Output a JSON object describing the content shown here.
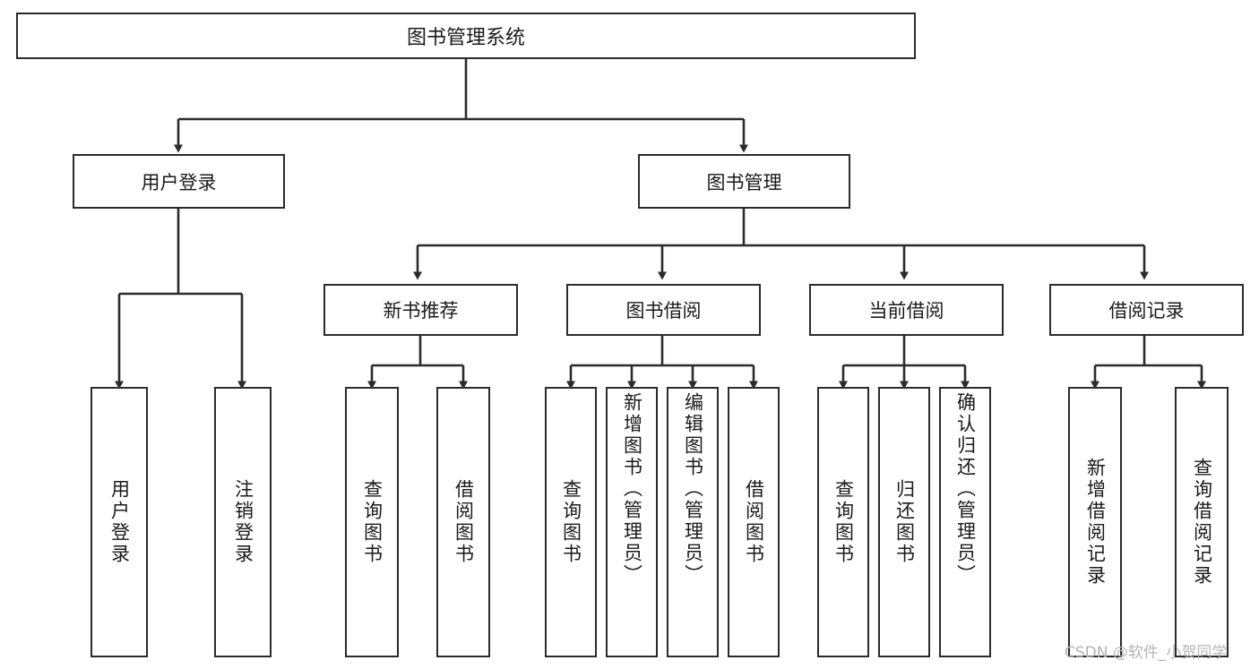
{
  "diagram": {
    "title": "图书管理系统",
    "type": "tree-hierarchy",
    "watermark": "CSDN @软件_小贺同学",
    "colors": {
      "box_border": "#2b2b2b",
      "box_fill": "#ffffff",
      "connector": "#2b2b2b",
      "text": "#1a1a1a",
      "watermark": "#b4b4b4",
      "background": "#ffffff"
    },
    "root": {
      "label": "图书管理系统"
    },
    "level1": [
      {
        "label": "用户登录"
      },
      {
        "label": "图书管理"
      }
    ],
    "level2": [
      {
        "label": "新书推荐"
      },
      {
        "label": "图书借阅"
      },
      {
        "label": "当前借阅"
      },
      {
        "label": "借阅记录"
      }
    ],
    "leaves": {
      "user_login": [
        {
          "label": "用户登录"
        },
        {
          "label": "注销登录"
        }
      ],
      "new_book": [
        {
          "label": "查询图书"
        },
        {
          "label": "借阅图书"
        }
      ],
      "book_borrow": [
        {
          "label": "查询图书"
        },
        {
          "label": "新增图书（管理员）"
        },
        {
          "label": "编辑图书（管理员）"
        },
        {
          "label": "借阅图书"
        }
      ],
      "current_borrow": [
        {
          "label": "查询图书"
        },
        {
          "label": "归还图书"
        },
        {
          "label": "确认归还（管理员）"
        }
      ],
      "borrow_record": [
        {
          "label": "新增借阅记录"
        },
        {
          "label": "查询借阅记录"
        }
      ]
    }
  }
}
